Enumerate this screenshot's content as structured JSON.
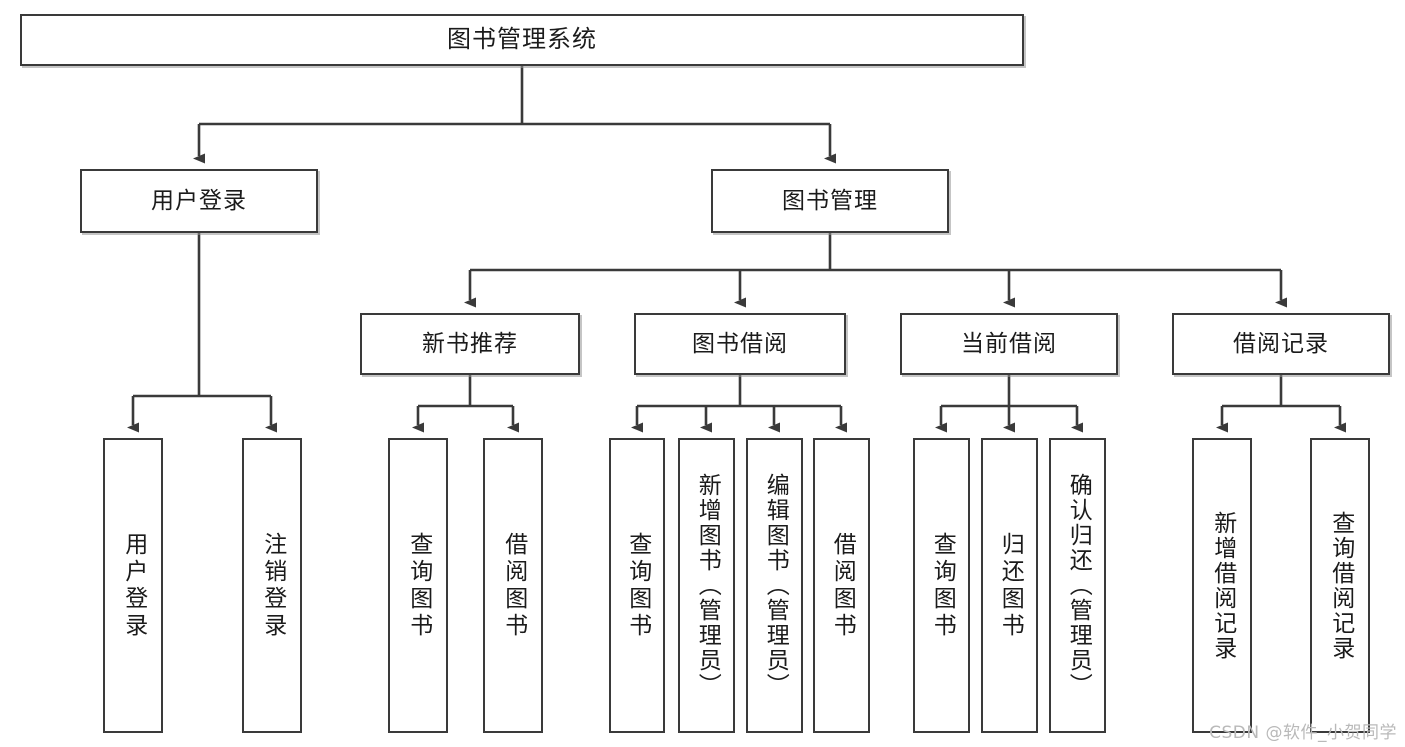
{
  "diagram": {
    "title": "图书管理系统",
    "type": "tree-hierarchy-diagram",
    "accent_color": "#3a3a3a",
    "background_color": "#ffffff",
    "root": {
      "label": "图书管理系统"
    },
    "level2": [
      {
        "label": "用户登录"
      },
      {
        "label": "图书管理"
      }
    ],
    "level3": [
      {
        "label": "新书推荐"
      },
      {
        "label": "图书借阅"
      },
      {
        "label": "当前借阅"
      },
      {
        "label": "借阅记录"
      }
    ],
    "leaves": {
      "user_login": [
        {
          "label": "用户登录"
        },
        {
          "label": "注销登录"
        }
      ],
      "new_book_recommend": [
        {
          "label": "查询图书"
        },
        {
          "label": "借阅图书"
        }
      ],
      "book_borrow": [
        {
          "label": "查询图书"
        },
        {
          "label": "新增图书（管理员）"
        },
        {
          "label": "编辑图书（管理员）"
        },
        {
          "label": "借阅图书"
        }
      ],
      "current_borrow": [
        {
          "label": "查询图书"
        },
        {
          "label": "归还图书"
        },
        {
          "label": "确认归还（管理员）"
        }
      ],
      "borrow_records": [
        {
          "label": "新增借阅记录"
        },
        {
          "label": "查询借阅记录"
        }
      ]
    }
  },
  "watermark": {
    "text": "CSDN @软件_小贺同学"
  }
}
